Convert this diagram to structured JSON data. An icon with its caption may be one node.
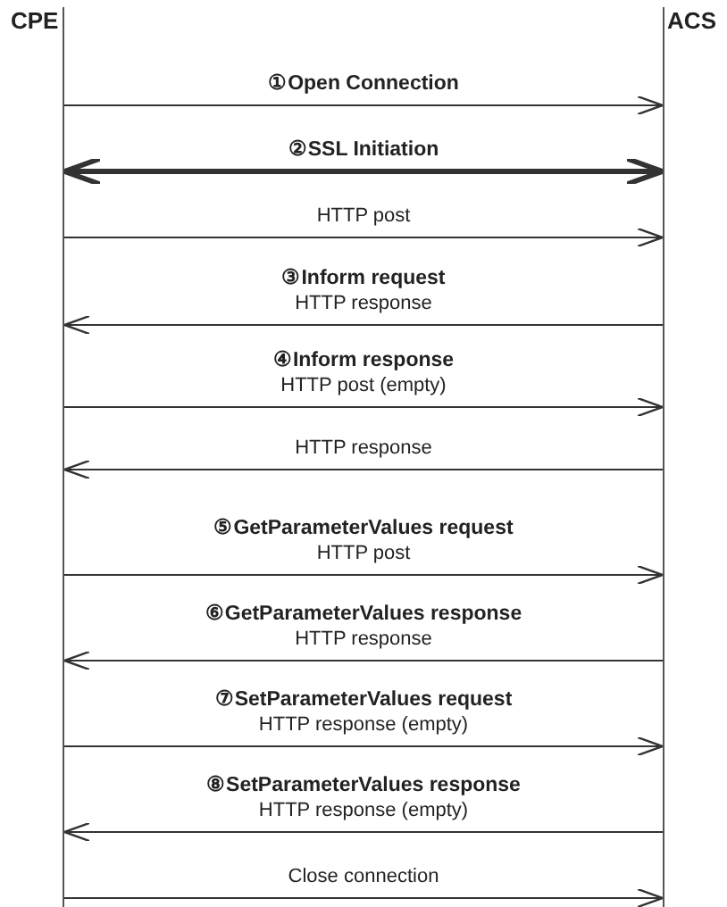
{
  "diagram": {
    "nodes": [
      {
        "text": [
          "CPE"
        ]
      },
      {
        "text": [
          "ACS"
        ]
      }
    ],
    "edges": [
      {
        "from": 0,
        "to": 1,
        "arrow": "to",
        "label": "**①Open Connection**"
      },
      {
        "from": 0,
        "to": 1,
        "arrow": "both",
        "style": "thick",
        "label": "**②SSL Initiation**"
      },
      {
        "from": 0,
        "to": 1,
        "arrow": "to",
        "label": "HTTP post"
      },
      {
        "from": 1,
        "to": 0,
        "arrow": "to",
        "label": "**③Inform request** HTTP response"
      },
      {
        "from": 0,
        "to": 1,
        "arrow": "to",
        "label": "**④Inform response** HTTP post (empty)"
      },
      {
        "from": 1,
        "to": 0,
        "arrow": "to",
        "label": "HTTP response"
      },
      {
        "from": 0,
        "to": 1,
        "arrow": "to",
        "label": "**⑤GetParameterValues request** HTTP post"
      },
      {
        "from": 1,
        "to": 0,
        "arrow": "to",
        "label": "**⑥GetParameterValues response** HTTP response"
      },
      {
        "from": 0,
        "to": 1,
        "arrow": "to",
        "label": "**⑦SetParameterValues request** HTTP response (empty)"
      },
      {
        "from": 1,
        "to": 0,
        "arrow": "to",
        "label": "**⑧SetParameterValues response** HTTP response (empty)"
      },
      {
        "from": 0,
        "to": 1,
        "arrow": "to",
        "label": "Close connection"
      }
    ]
  }
}
